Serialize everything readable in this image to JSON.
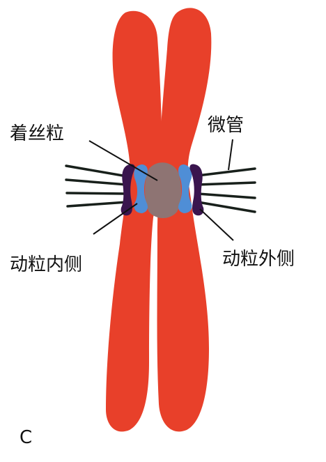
{
  "labels": {
    "centromere": "着丝粒",
    "microtubule": "微管",
    "inner_kinetochore": "动粒内侧",
    "outer_kinetochore": "动粒外侧",
    "panel": "C"
  },
  "colors": {
    "chromatid": "#e8402a",
    "centromere": "#8e7473",
    "inner_kinetochore": "#4f8ed6",
    "outer_kinetochore": "#3a154e",
    "microtubule": "#18201b",
    "leader": "#111111",
    "background": "#ffffff"
  }
}
